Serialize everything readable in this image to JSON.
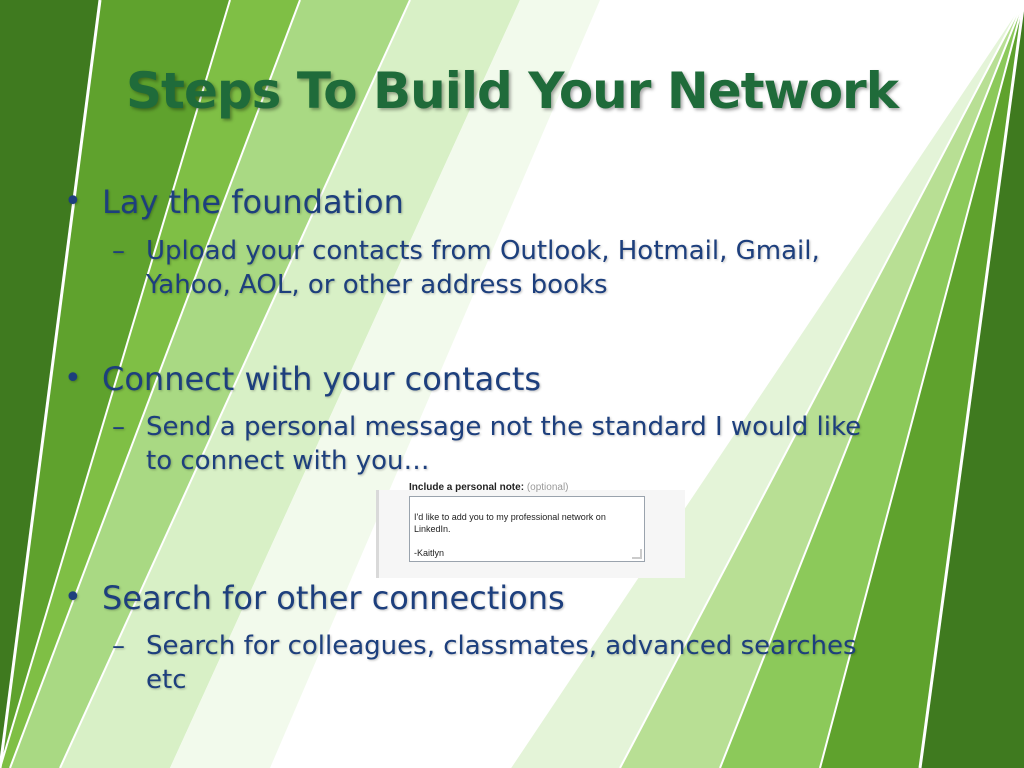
{
  "slide": {
    "title": "Steps To Build Your Network",
    "bullet_symbol": "•",
    "dash_symbol": "–",
    "items": [
      {
        "text": "Lay the foundation",
        "sub": [
          "Upload your contacts from Outlook, Hotmail, Gmail,",
          "Yahoo, AOL, or other address books"
        ]
      },
      {
        "text": "Connect with your contacts",
        "sub": [
          "Send a personal message not the standard I would like",
          "to connect with you…"
        ]
      },
      {
        "text": "Search for other connections",
        "sub": [
          "Search for colleagues, classmates, advanced searches",
          "etc"
        ]
      }
    ]
  },
  "embedded_screenshot": {
    "label": "Include a personal note:",
    "optional": "(optional)",
    "message": "I'd like to add you to my professional network on LinkedIn.\n\n-Kaitlyn"
  },
  "colors": {
    "title": "#1f6b3a",
    "text": "#1d3f7d",
    "green_dark": "#3f7a1f",
    "green_mid": "#5fa22d",
    "green_light": "#b8df94"
  }
}
